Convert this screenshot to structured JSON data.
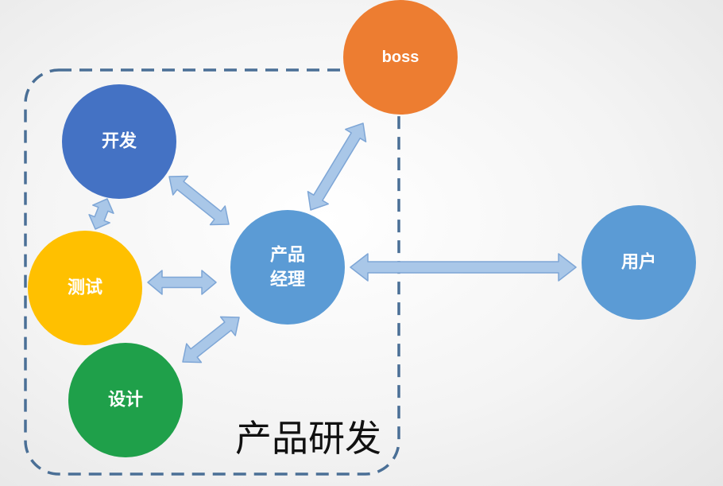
{
  "group": {
    "label": "产品研发"
  },
  "nodes": {
    "dev": {
      "label": "开发"
    },
    "test": {
      "label": "测试"
    },
    "design": {
      "label": "设计"
    },
    "pm": {
      "line1": "产品",
      "line2": "经理"
    },
    "boss": {
      "label": "boss"
    },
    "user": {
      "label": "用户"
    }
  },
  "colors": {
    "dev": "#4472c4",
    "test": "#ffc000",
    "design": "#1fa04a",
    "pm": "#5b9bd5",
    "boss": "#ed7d31",
    "user": "#5b9bd5",
    "arrow_fill": "#a9c7e8",
    "arrow_stroke": "#7ea6d6",
    "group_border": "#4a6f96"
  }
}
